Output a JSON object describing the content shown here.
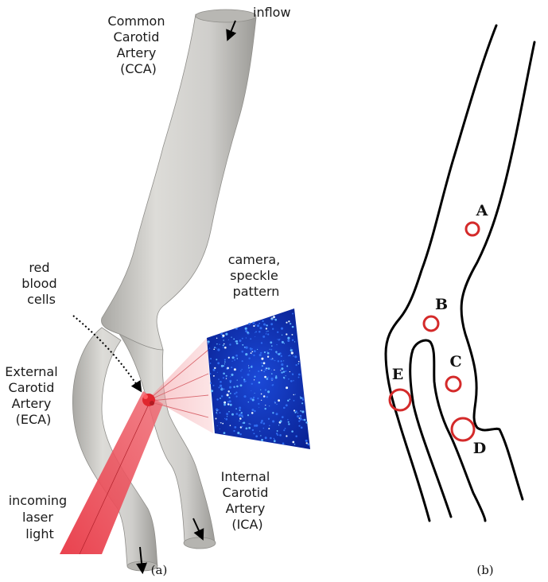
{
  "panel_a": {
    "caption": "(a)",
    "labels": {
      "cca": [
        "Common",
        "Carotid",
        "Artery",
        "(CCA)"
      ],
      "inflow": "inflow",
      "rbc": [
        "red",
        "blood",
        "cells"
      ],
      "camera": [
        "camera,",
        "speckle",
        "pattern"
      ],
      "eca": [
        "External",
        "Carotid",
        "Artery",
        "(ECA)"
      ],
      "ica": [
        "Internal",
        "Carotid",
        "Artery",
        "(ICA)"
      ],
      "laser": [
        "incoming",
        "laser",
        "light"
      ]
    }
  },
  "panel_b": {
    "caption": "(b)",
    "points": [
      {
        "id": "A",
        "label": "A"
      },
      {
        "id": "B",
        "label": "B"
      },
      {
        "id": "C",
        "label": "C"
      },
      {
        "id": "D",
        "label": "D"
      },
      {
        "id": "E",
        "label": "E"
      }
    ]
  },
  "colors": {
    "artery": "#c9c8c4",
    "laser": "#e8434f",
    "marker": "#d42a2a",
    "speckle_bg": "#0a2aa8"
  }
}
